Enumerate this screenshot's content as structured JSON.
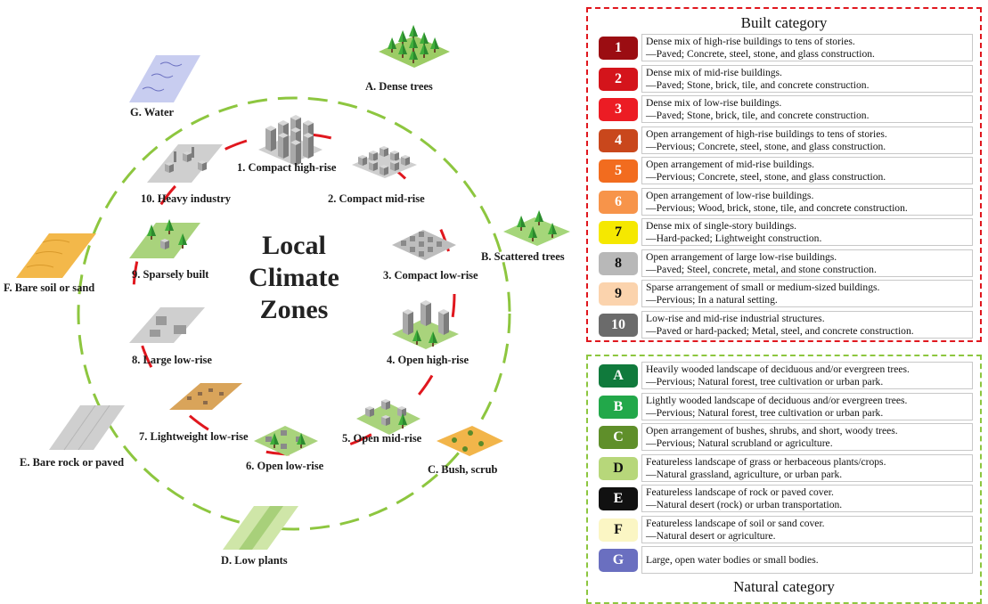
{
  "center_title": [
    "Local",
    "Climate",
    "Zones"
  ],
  "built_zones": [
    {
      "id": "1",
      "label": "1. Compact high-rise",
      "line1": "Dense mix of high-rise buildings to tens of stories.",
      "line2": "—Paved; Concrete, steel, stone, and glass construction.",
      "color": "#9b0d12"
    },
    {
      "id": "2",
      "label": "2. Compact mid-rise",
      "line1": "Dense mix of mid-rise buildings.",
      "line2": "—Paved; Stone, brick, tile, and concrete construction.",
      "color": "#d4141b"
    },
    {
      "id": "3",
      "label": "3. Compact low-rise",
      "line1": "Dense mix of low-rise buildings.",
      "line2": "—Paved; Stone, brick, tile, and concrete construction.",
      "color": "#ec1c24"
    },
    {
      "id": "4",
      "label": "4. Open high-rise",
      "line1": "Open arrangement of high-rise buildings to tens of stories.",
      "line2": "—Pervious; Concrete, steel, stone, and glass construction.",
      "color": "#c9471c"
    },
    {
      "id": "5",
      "label": "5. Open mid-rise",
      "line1": "Open arrangement of mid-rise buildings.",
      "line2": "—Pervious; Concrete, steel, stone, and glass construction.",
      "color": "#f26c1f"
    },
    {
      "id": "6",
      "label": "6. Open low-rise",
      "line1": "Open arrangement of low-rise buildings.",
      "line2": "—Pervious; Wood, brick, stone, tile, and concrete construction.",
      "color": "#f7944a"
    },
    {
      "id": "7",
      "label": "7. Lightweight low-rise",
      "line1": "Dense mix of single-story buildings.",
      "line2": "—Hard-packed; Lightweight construction.",
      "color": "#f5e800"
    },
    {
      "id": "8",
      "label": "8. Large low-rise",
      "line1": "Open arrangement of large low-rise buildings.",
      "line2": "—Paved; Steel, concrete, metal, and stone construction.",
      "color": "#b8b8b8"
    },
    {
      "id": "9",
      "label": "9. Sparsely built",
      "line1": "Sparse arrangement of small or medium-sized buildings.",
      "line2": "—Pervious; In a natural setting.",
      "color": "#fbd3ad"
    },
    {
      "id": "10",
      "label": "10. Heavy industry",
      "line1": "Low-rise and mid-rise industrial structures.",
      "line2": "—Paved or hard-packed; Metal, steel, and concrete construction.",
      "color": "#6b6b6b"
    }
  ],
  "natural_zones": [
    {
      "id": "A",
      "label": "A. Dense trees",
      "line1": "Heavily wooded landscape of deciduous and/or evergreen trees.",
      "line2": "—Pervious; Natural forest, tree cultivation or urban park.",
      "color": "#107a3c"
    },
    {
      "id": "B",
      "label": "B. Scattered trees",
      "line1": "Lightly wooded landscape of deciduous and/or evergreen trees.",
      "line2": "—Pervious; Natural forest, tree cultivation or urban park.",
      "color": "#22a84a"
    },
    {
      "id": "C",
      "label": "C. Bush, scrub",
      "line1": "Open arrangement of bushes, shrubs, and short, woody trees.",
      "line2": "—Pervious; Natural scrubland or agriculture.",
      "color": "#5f8f2a"
    },
    {
      "id": "D",
      "label": "D. Low plants",
      "line1": "Featureless landscape of grass or herbaceous plants/crops.",
      "line2": "—Natural grassland, agriculture, or urban park.",
      "color": "#b7d77a"
    },
    {
      "id": "E",
      "label": "E. Bare rock or paved",
      "line1": "Featureless landscape of rock or paved cover.",
      "line2": "—Natural desert (rock) or urban transportation.",
      "color": "#111111"
    },
    {
      "id": "F",
      "label": "F. Bare soil or sand",
      "line1": "Featureless landscape of soil or sand cover.",
      "line2": "—Natural desert or agriculture.",
      "color": "#fbf6c4"
    },
    {
      "id": "G",
      "label": "G. Water",
      "line1": "Large, open water bodies or small bodies.",
      "line2": "",
      "color": "#6a6fc0"
    }
  ],
  "built_category_title": "Built category",
  "natural_category_title": "Natural category"
}
